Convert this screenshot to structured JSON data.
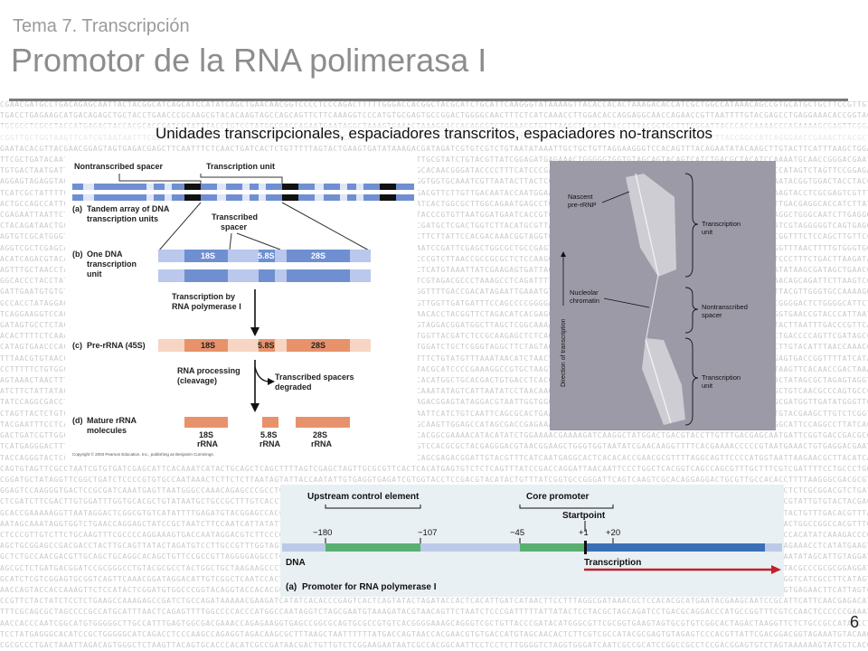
{
  "slide": {
    "topic": "Tema 7. Transcripción",
    "title": "Promotor de la RNA polimerasa I",
    "subtitle": "Unidades transcripcionales, espaciadores transcritos, espaciadores no-transcritos",
    "page_number": "6"
  },
  "left_figure": {
    "nontranscribed_spacer": "Nontranscribed spacer",
    "transcription_unit": "Transcription unit",
    "a_letter": "(a)",
    "a_caption_l1": "Tandem array of DNA",
    "a_caption_l2": "transcription units",
    "transcribed_spacer_l1": "Transcribed",
    "transcribed_spacer_l2": "spacer",
    "b_letter": "(b)",
    "b_caption_l1": "One DNA",
    "b_caption_l2": "transcription",
    "b_caption_l3": "unit",
    "seg_18s": "18S",
    "seg_58s": "5.8S",
    "seg_28s": "28S",
    "transcription_by_l1": "Transcription by",
    "transcription_by_l2": "RNA polymerase I",
    "c_letter": "(c)",
    "c_caption": "Pre-rRNA (45S)",
    "rna_processing_l1": "RNA processing",
    "rna_processing_l2": "(cleavage)",
    "spacers_degraded_l1": "Transcribed spacers",
    "spacers_degraded_l2": "degraded",
    "d_letter": "(d)",
    "d_caption_l1": "Mature rRNA",
    "d_caption_l2": "molecules",
    "mature_18s_l1": "18S",
    "mature_18s_l2": "rRNA",
    "mature_58s_l1": "5.8S",
    "mature_58s_l2": "rRNA",
    "mature_28s_l1": "28S",
    "mature_28s_l2": "rRNA",
    "copyright": "Copyright © 2003 Pearson Education, Inc., publishing as Benjamin Cummings.",
    "colors": {
      "dna_blue": "#6f8fd1",
      "dna_light": "#b9c8ec",
      "rrna_orange": "#e8926c",
      "rrna_light": "#f6d5c2",
      "black_block": "#111111"
    }
  },
  "photo_figure": {
    "nascent_l1": "Nascent",
    "nascent_l2": "pre-rRNP",
    "nucleolar_l1": "Nucleolar",
    "nucleolar_l2": "chromatin",
    "direction": "Direction of transcription",
    "unit_top_l1": "Transcription",
    "unit_top_l2": "unit",
    "nontranscribed_l1": "Nontranscribed",
    "nontranscribed_l2": "spacer",
    "unit_bottom_l1": "Transcription",
    "unit_bottom_l2": "unit",
    "colors": {
      "background": "#9c9aa7"
    }
  },
  "promoter_figure": {
    "upstream_label": "Upstream control element",
    "core_label": "Core promoter",
    "startpoint_label": "Startpoint",
    "pos_m180": "−180",
    "pos_m107": "−107",
    "pos_m45": "−45",
    "pos_p1": "+1",
    "pos_p20": "+20",
    "dna_label": "DNA",
    "transcription_label": "Transcription",
    "caption_letter": "(a)",
    "caption": "Promoter for RNA polymerase I",
    "colors": {
      "panel_bg": "#e9f0f3",
      "element_green": "#5ab071",
      "dna_light": "#bccae8",
      "dna_blue": "#3a6fb7",
      "arrow_red": "#c0202a"
    }
  }
}
